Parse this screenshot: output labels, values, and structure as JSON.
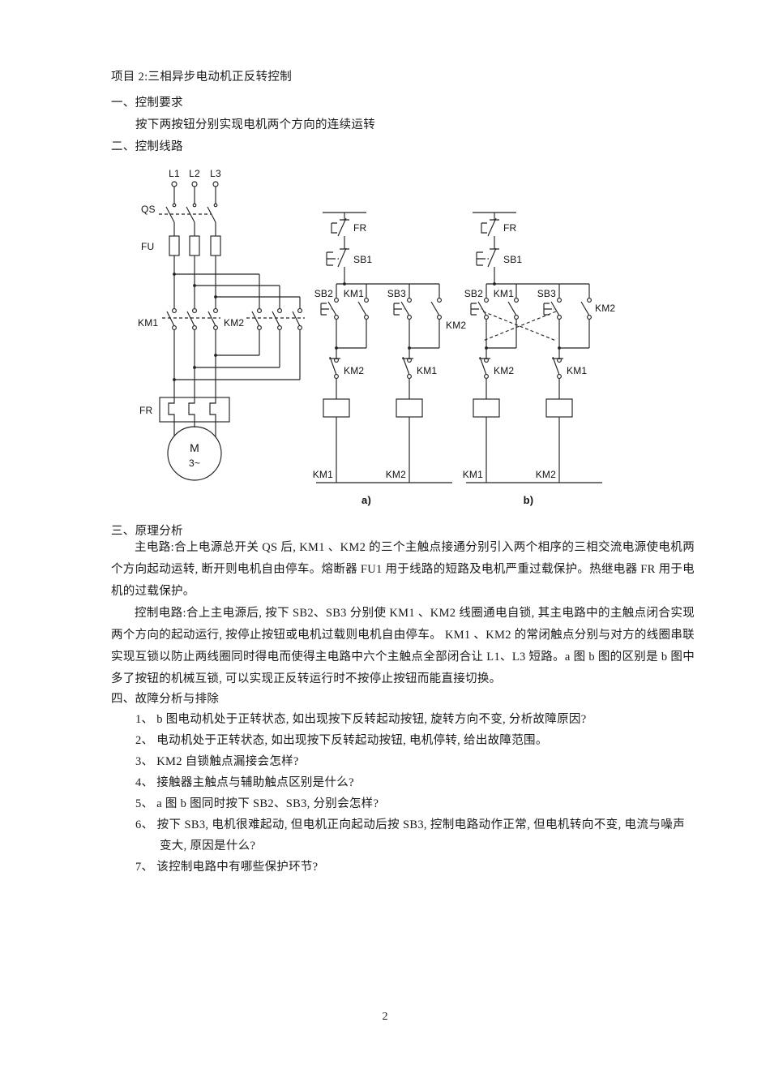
{
  "doc": {
    "title": "项目 2:三相异步电动机正反转控制",
    "page_number": "2"
  },
  "s1": {
    "heading": "一、控制要求",
    "body": "按下两按钮分别实现电机两个方向的连续运转"
  },
  "s2": {
    "heading": "二、控制线路"
  },
  "s3": {
    "heading": "三、原理分析",
    "p1": "主电路:合上电源总开关 QS 后, KM1 、KM2 的三个主触点接通分别引入两个相序的三相交流电源使电机两个方向起动运转, 断开则电机自由停车。熔断器 FU1 用于线路的短路及电机严重过载保护。热继电器 FR 用于电机的过载保护。",
    "p2": "控制电路:合上主电源后, 按下 SB2、SB3 分别使 KM1 、KM2 线圈通电自锁, 其主电路中的主触点闭合实现两个方向的起动运行, 按停止按钮或电机过载则电机自由停车。 KM1 、KM2 的常闭触点分别与对方的线圈串联实现互锁以防止两线圈同时得电而使得主电路中六个主触点全部闭合让 L1、L3 短路。a 图 b 图的区别是 b 图中多了按钮的机械互锁, 可以实现正反转运行时不按停止按钮而能直接切换。"
  },
  "s4": {
    "heading": "四、故障分析与排除",
    "items": [
      "1、 b 图电动机处于正转状态, 如出现按下反转起动按钮, 旋转方向不变, 分析故障原因?",
      "2、 电动机处于正转状态, 如出现按下反转起动按钮, 电机停转, 给出故障范围。",
      "3、 KM2 自锁触点漏接会怎样?",
      "4、 接触器主触点与辅助触点区别是什么?",
      "5、 a 图 b 图同时按下 SB2、SB3, 分别会怎样?",
      "6、 按下 SB3, 电机很难起动, 但电机正向起动后按 SB3, 控制电路动作正常, 但电机转向不变, 电流与噪声变大, 原因是什么?",
      "7、 该控制电路中有哪些保护环节?"
    ]
  },
  "diagram": {
    "main": {
      "l1": "L1",
      "l2": "L2",
      "l3": "L3",
      "qs": "QS",
      "fu": "FU",
      "km1": "KM1",
      "km2": "KM2",
      "fr": "FR",
      "motor_m": "M",
      "motor_phase": "3~"
    },
    "a": {
      "fr": "FR",
      "sb1": "SB1",
      "sb2": "SB2",
      "km1_aux": "KM1",
      "sb3": "SB3",
      "km2_aux": "KM2",
      "km2_nc": "KM2",
      "km1_nc": "KM1",
      "coil1": "KM1",
      "coil2": "KM2",
      "caption": "a)"
    },
    "b": {
      "fr": "FR",
      "sb1": "SB1",
      "sb2": "SB2",
      "km1_aux": "KM1",
      "sb3": "SB3",
      "km2_aux": "KM2",
      "km2_nc": "KM2",
      "km1_nc": "KM1",
      "coil1": "KM1",
      "coil2": "KM2",
      "caption": "b)"
    }
  }
}
